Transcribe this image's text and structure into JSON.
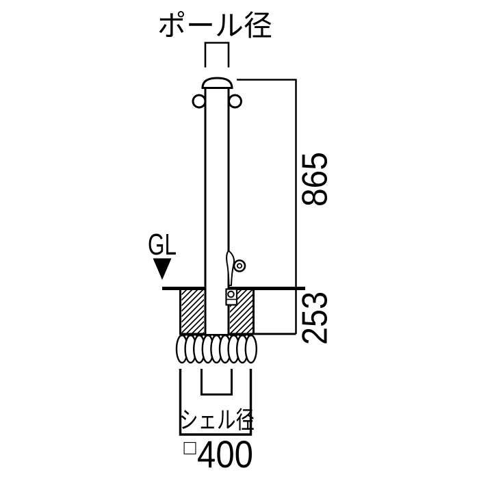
{
  "labels": {
    "pole_diameter": "ポール径",
    "ground_level": "GL",
    "height_above_ground": "865",
    "embedment_depth": "253",
    "shell_diameter": "シェル径",
    "foundation_square_symbol": "□",
    "foundation_square_size": "400"
  },
  "colors": {
    "background": "#ffffff",
    "line": "#000000"
  }
}
